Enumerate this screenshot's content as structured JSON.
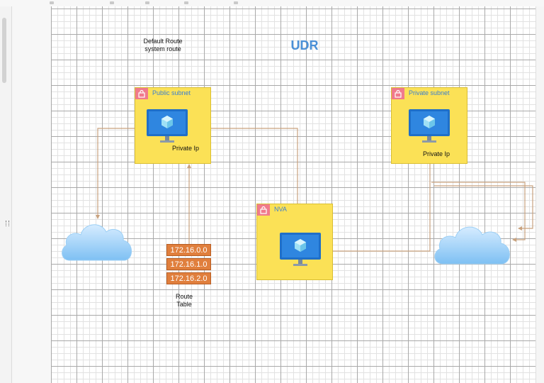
{
  "diagram": {
    "title": "UDR",
    "note_line1": "Default Route",
    "note_line2": "system route",
    "public_subnet": {
      "label": "Public subnet",
      "ip_label": "Private Ip"
    },
    "private_subnet": {
      "label": "Private subnet",
      "ip_label": "Private Ip"
    },
    "nva": {
      "label": "NVA"
    },
    "route_table": {
      "entries": [
        "172.16.0.0",
        "172.16.1.0",
        "172.16.2.0"
      ],
      "label_line1": "Route",
      "label_line2": "Table"
    }
  },
  "colors": {
    "subnet_fill": "#fbe156",
    "lock_badge": "#f07a8c",
    "title_blue": "#4a8fd6",
    "route_entry": "#e07f3d",
    "connector": "#c9a27e",
    "cloud": "#6fb6f0"
  },
  "icons": [
    "lock-icon",
    "virtual-machine-icon",
    "cloud-icon",
    "arrow-icon"
  ]
}
